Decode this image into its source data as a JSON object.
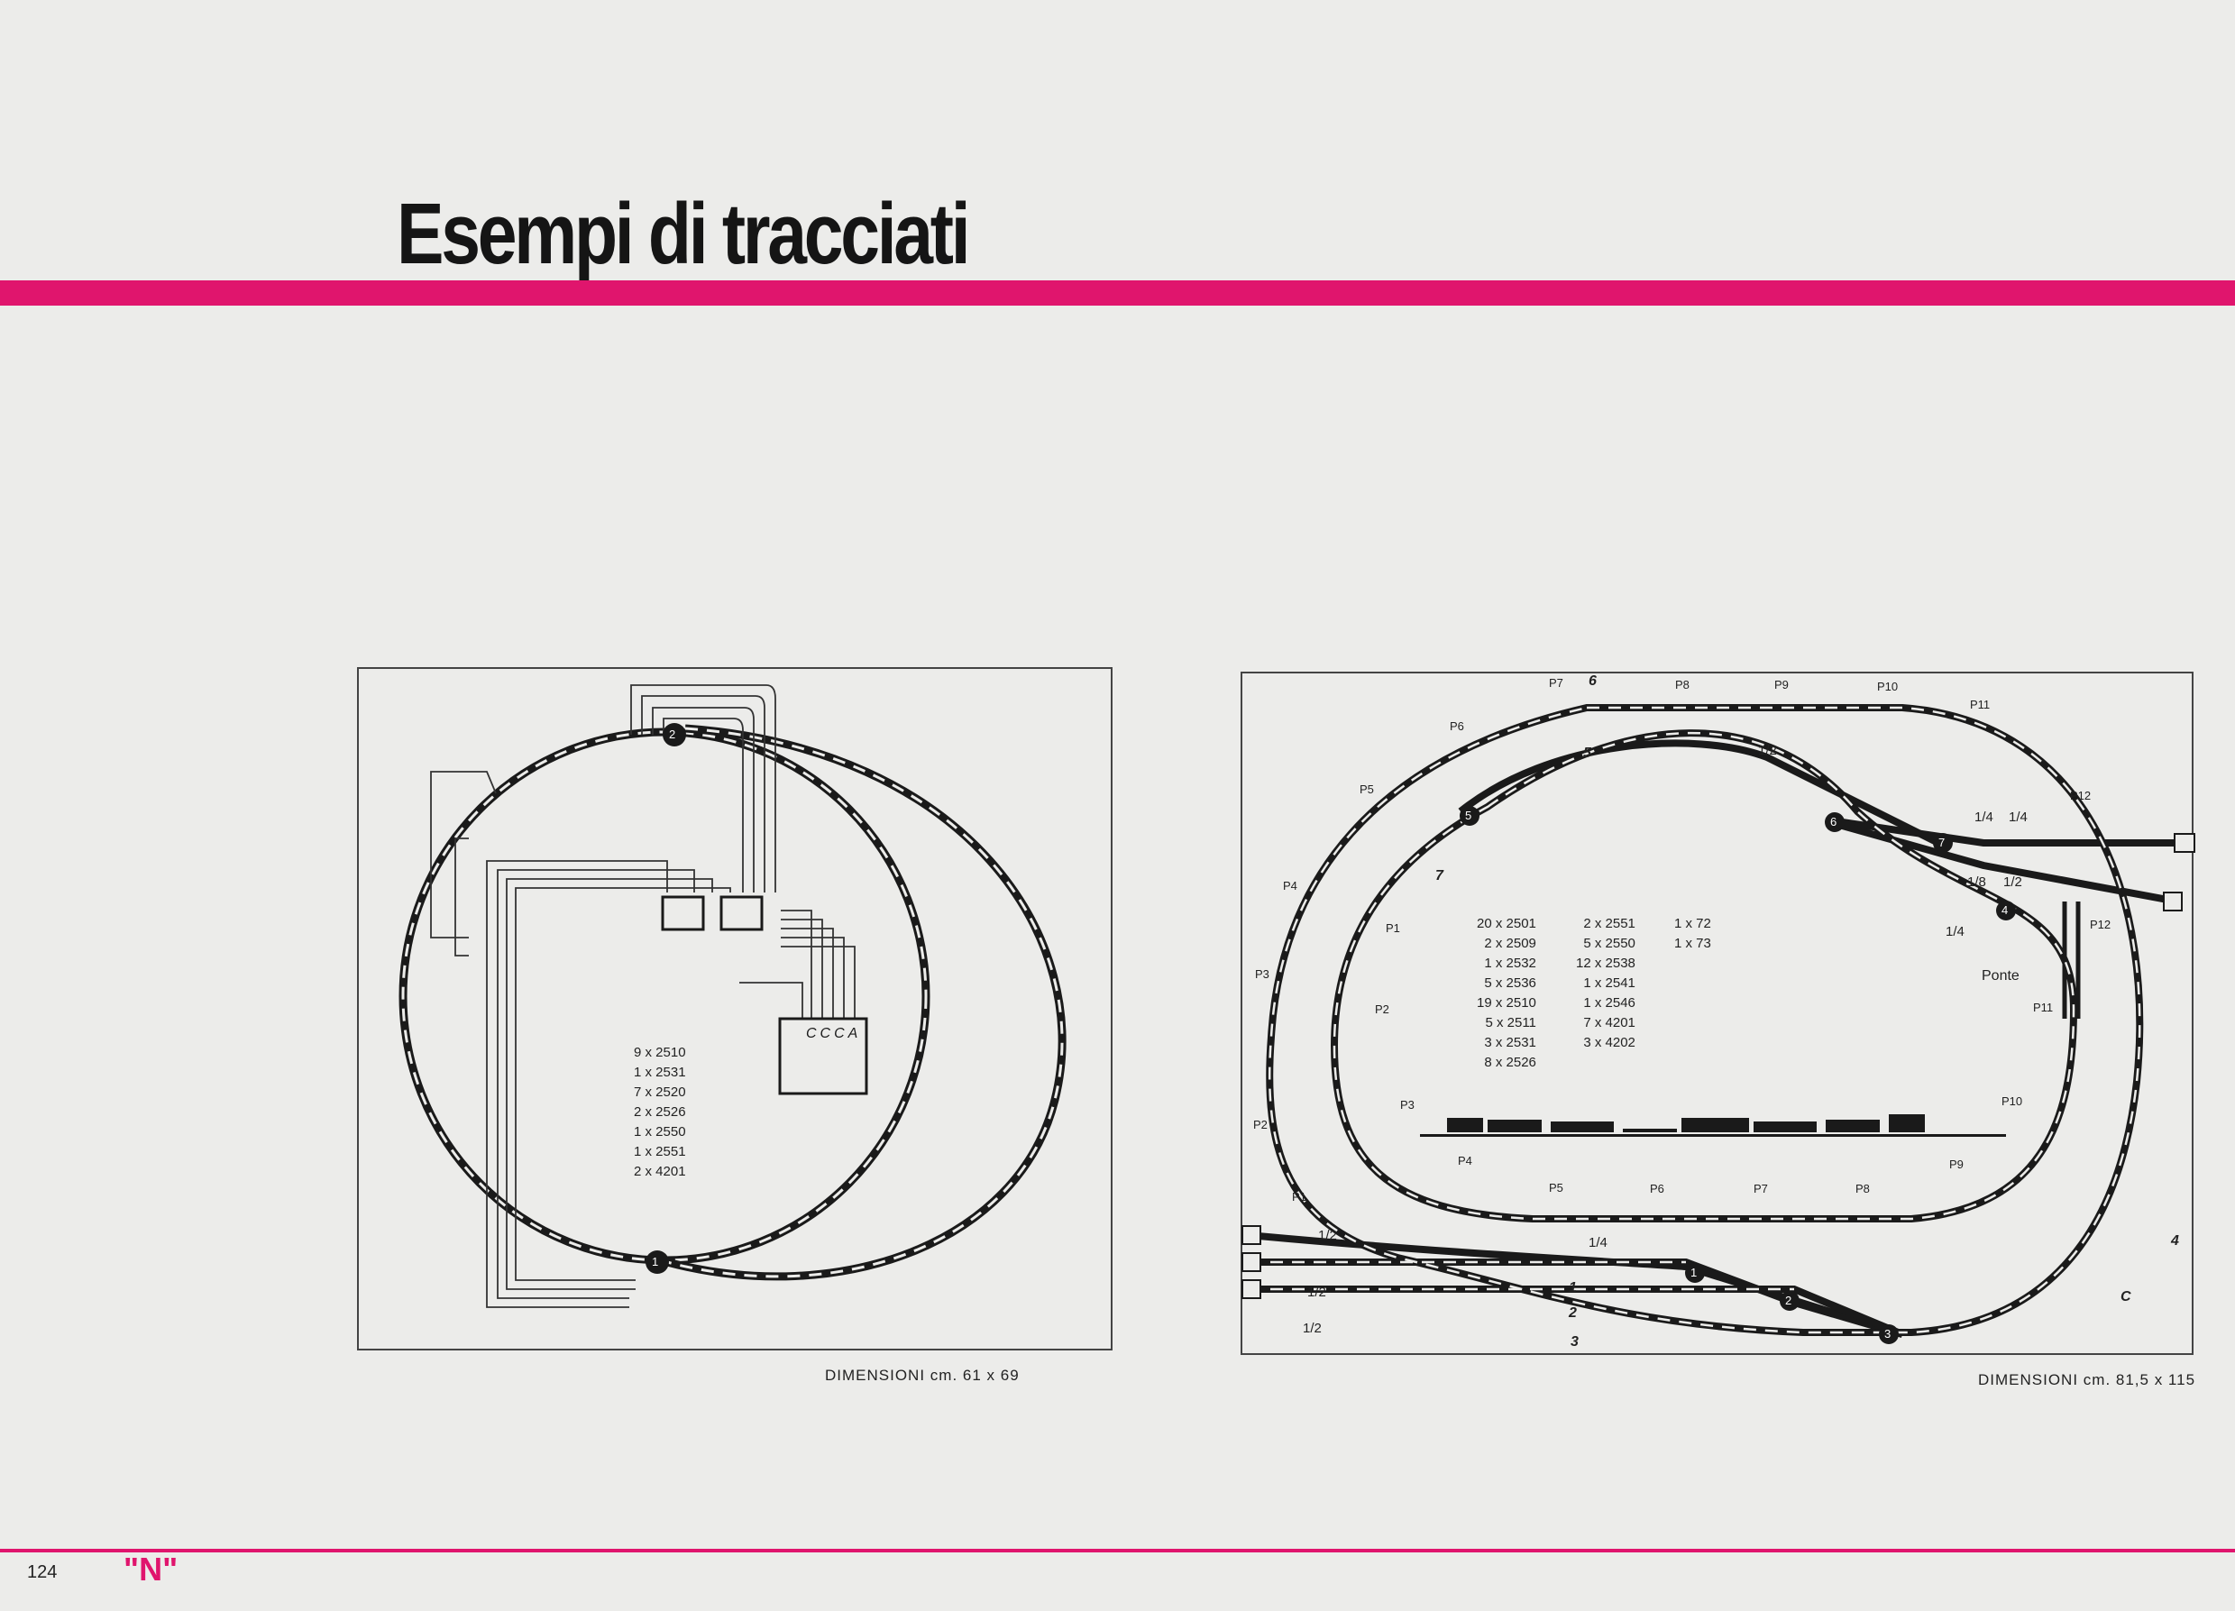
{
  "page": {
    "title": "Esempi di tracciati",
    "page_number": "124",
    "brand": "\"N\""
  },
  "layout_left": {
    "parts": [
      "9 x 2510",
      "1 x 2531",
      "7 x 2520",
      "2 x 2526",
      "1 x 2550",
      "1 x 2551",
      "2 x 4201"
    ],
    "switch_numbers": [
      "1",
      "2"
    ],
    "controller_label": "CCCA",
    "dimensions": "DIMENSIONI cm. 61 x 69"
  },
  "layout_right": {
    "parts_col1": [
      "20 x 2501",
      "2 x 2509",
      "1 x 2532",
      "5 x 2536",
      "19 x 2510",
      "5 x 2511",
      "3 x 2531",
      "8 x 2526"
    ],
    "parts_col2": [
      "2 x 2551",
      "5 x 2550",
      "12 x 2538",
      "1 x 2541",
      "1 x 2546",
      "7 x 4201",
      "3 x 4202"
    ],
    "parts_col3": [
      "1 x 72",
      "1 x 73"
    ],
    "pier_labels": {
      "outer_top": [
        "P7",
        "P8",
        "P9",
        "P10",
        "P11",
        "P12"
      ],
      "outer_left": [
        "P6",
        "P5",
        "P4",
        "P3",
        "P2",
        "P1"
      ],
      "inner_left": [
        "P1",
        "P2",
        "P3"
      ],
      "inner_bottom": [
        "P4",
        "P5",
        "P6",
        "P7",
        "P8",
        "P9"
      ],
      "inner_right": [
        "P10",
        "P11",
        "P12"
      ]
    },
    "fractions": [
      "1/2",
      "1/4",
      "1/4",
      "1/8",
      "1/2",
      "1/4",
      "1/2",
      "1/4",
      "1/2",
      "1/2"
    ],
    "callouts": [
      "6",
      "5",
      "7",
      "1",
      "2",
      "3",
      "4",
      "C"
    ],
    "switch_numbers": [
      "1",
      "2",
      "3",
      "4",
      "5",
      "6",
      "7"
    ],
    "bridge_label": "Ponte",
    "dimensions": "DIMENSIONI cm. 81,5 x 115"
  }
}
